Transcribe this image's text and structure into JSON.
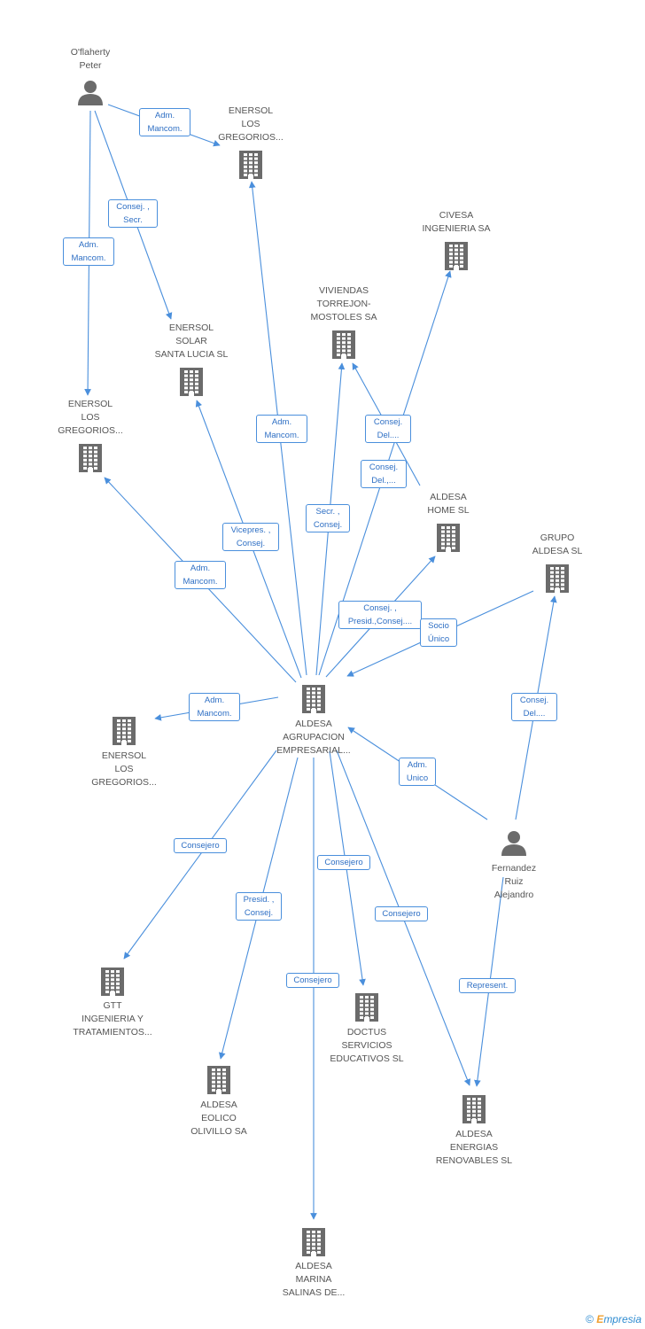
{
  "colors": {
    "edge": "#4a8fdc",
    "node_icon": "#6b6b6b",
    "label_text": "#555555",
    "edge_label_text": "#2e6fc4"
  },
  "nodes": [
    {
      "id": "oflaherty",
      "type": "person",
      "label": "O'flaherty\nPeter"
    },
    {
      "id": "enersol_gregorios_top",
      "type": "company",
      "label": "ENERSOL\nLOS\nGREGORIOS..."
    },
    {
      "id": "civesa",
      "type": "company",
      "label": "CIVESA\nINGENIERIA SA"
    },
    {
      "id": "viviendas",
      "type": "company",
      "label": "VIVIENDAS\nTORREJON-\nMOSTOLES SA"
    },
    {
      "id": "enersol_solar",
      "type": "company",
      "label": "ENERSOL\nSOLAR\nSANTA LUCIA SL"
    },
    {
      "id": "enersol_gregorios_left",
      "type": "company",
      "label": "ENERSOL\nLOS\nGREGORIOS..."
    },
    {
      "id": "aldesa_home",
      "type": "company",
      "label": "ALDESA\nHOME SL"
    },
    {
      "id": "grupo_aldesa",
      "type": "company",
      "label": "GRUPO\nALDESA SL"
    },
    {
      "id": "aldesa_agrupacion",
      "type": "company",
      "label": "ALDESA\nAGRUPACION\nEMPRESARIAL..."
    },
    {
      "id": "enersol_gregorios_mid",
      "type": "company",
      "label": "ENERSOL\nLOS\nGREGORIOS..."
    },
    {
      "id": "fernandez",
      "type": "person",
      "label": "Fernandez\nRuiz\nAlejandro"
    },
    {
      "id": "gtt",
      "type": "company",
      "label": "GTT\nINGENIERIA Y\nTRATAMIENTOS..."
    },
    {
      "id": "doctus",
      "type": "company",
      "label": "DOCTUS\nSERVICIOS\nEDUCATIVOS SL"
    },
    {
      "id": "aldesa_eolico",
      "type": "company",
      "label": "ALDESA\nEOLICO\nOLIVILLO SA"
    },
    {
      "id": "aldesa_energias",
      "type": "company",
      "label": "ALDESA\nENERGIAS\nRENOVABLES SL"
    },
    {
      "id": "aldesa_marina",
      "type": "company",
      "label": "ALDESA\nMARINA\nSALINAS DE..."
    }
  ],
  "edges": [
    {
      "from": "oflaherty",
      "to": "enersol_gregorios_top",
      "label": "Adm.\nMancom."
    },
    {
      "from": "oflaherty",
      "to": "enersol_solar",
      "label": "Consej. ,\nSecr."
    },
    {
      "from": "oflaherty",
      "to": "enersol_gregorios_left",
      "label": "Adm.\nMancom."
    },
    {
      "from": "aldesa_agrupacion",
      "to": "enersol_gregorios_top",
      "label": "Adm.\nMancom."
    },
    {
      "from": "aldesa_agrupacion",
      "to": "civesa",
      "label": "Consej.\nDel.,..."
    },
    {
      "from": "aldesa_agrupacion",
      "to": "viviendas",
      "label": "Secr. ,\nConsej."
    },
    {
      "from": "aldesa_home",
      "to": "viviendas",
      "label": "Consej.\nDel...."
    },
    {
      "from": "aldesa_agrupacion",
      "to": "enersol_solar",
      "label": "Vicepres. ,\nConsej."
    },
    {
      "from": "aldesa_agrupacion",
      "to": "enersol_gregorios_left",
      "label": "Adm.\nMancom."
    },
    {
      "from": "aldesa_agrupacion",
      "to": "aldesa_home",
      "label": "Consej. ,\nPresid.,Consej...."
    },
    {
      "from": "grupo_aldesa",
      "to": "aldesa_agrupacion",
      "label": "Socio\nÚnico"
    },
    {
      "from": "fernandez",
      "to": "grupo_aldesa",
      "label": "Consej.\nDel...."
    },
    {
      "from": "aldesa_agrupacion",
      "to": "enersol_gregorios_mid",
      "label": "Adm.\nMancom."
    },
    {
      "from": "fernandez",
      "to": "aldesa_agrupacion",
      "label": "Adm.\nUnico"
    },
    {
      "from": "aldesa_agrupacion",
      "to": "gtt",
      "label": "Consejero"
    },
    {
      "from": "aldesa_agrupacion",
      "to": "doctus",
      "label": "Consejero"
    },
    {
      "from": "aldesa_agrupacion",
      "to": "aldesa_eolico",
      "label": "Presid. ,\nConsej."
    },
    {
      "from": "aldesa_agrupacion",
      "to": "aldesa_energias",
      "label": "Consejero"
    },
    {
      "from": "aldesa_agrupacion",
      "to": "aldesa_marina",
      "label": "Consejero"
    },
    {
      "from": "fernandez",
      "to": "aldesa_energias",
      "label": "Represent."
    }
  ],
  "footer": {
    "copyright": "©",
    "brand_initial": "E",
    "brand_rest": "mpresia"
  }
}
